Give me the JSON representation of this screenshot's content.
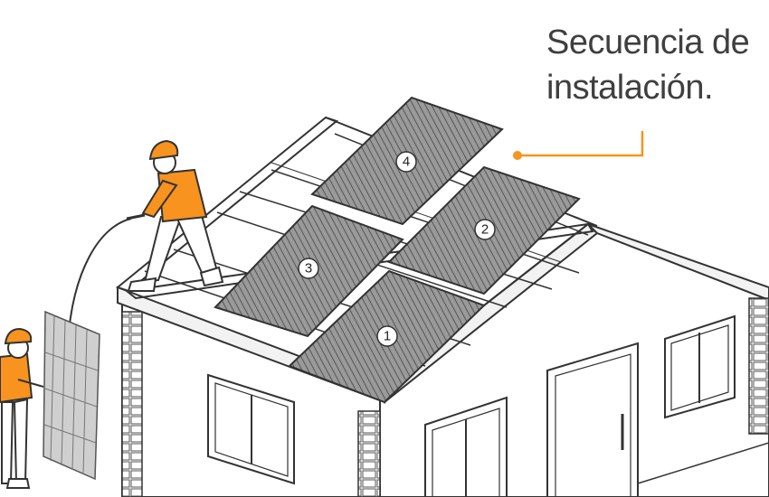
{
  "caption": {
    "line1": "Secuencia de",
    "line2": "instalación."
  },
  "panels": [
    {
      "label": "1"
    },
    {
      "label": "2"
    },
    {
      "label": "3"
    },
    {
      "label": "4"
    }
  ],
  "colors": {
    "accent": "#f7931e",
    "line": "#333333",
    "panel": "#8a8a8a",
    "text": "#3f3f3f"
  }
}
